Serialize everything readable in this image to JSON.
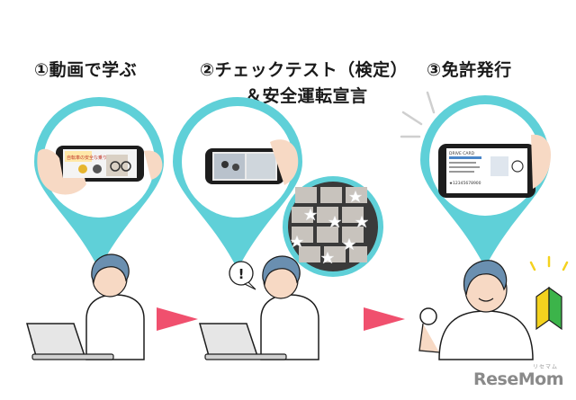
{
  "steps": [
    {
      "title": "①動画で学ぶ"
    },
    {
      "title": "②チェックテスト（検定）",
      "subtitle": "＆安全運転宣言"
    },
    {
      "title": "③免許発行"
    }
  ],
  "screens": {
    "video_card_text": "自転車の安全な乗り方",
    "license_header": "DRIVE CARD",
    "license_number": "★12345678900"
  },
  "bubble": {
    "mark": "!"
  },
  "logo": {
    "text": "ReseMom",
    "ruby": "リセマム"
  },
  "colors": {
    "teal": "#5fd0d8",
    "arrow": "#f0506e",
    "skin": "#f7d9c4",
    "hair": "#6a8fb0",
    "leaf_green": "#3cb44a",
    "leaf_yellow": "#f4d21e"
  }
}
